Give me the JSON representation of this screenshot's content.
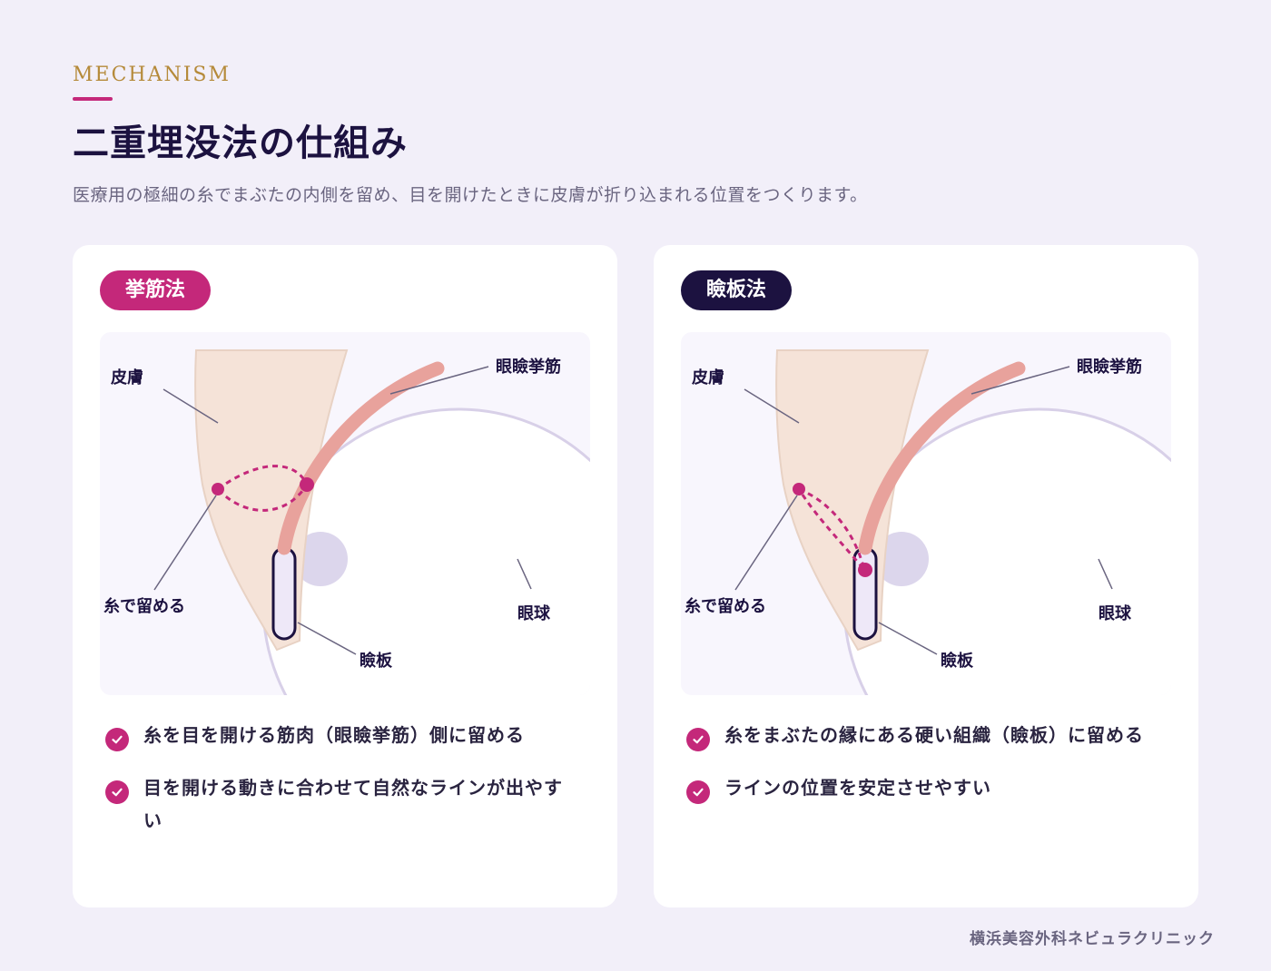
{
  "header": {
    "eyebrow": "MECHANISM",
    "title": "二重埋没法の仕組み",
    "subtitle": "医療用の極細の糸でまぶたの内側を留め、目を開けたときに皮膚が折り込まれる位置をつくります。"
  },
  "colors": {
    "accent": "#c4287a",
    "navy": "#1c1240",
    "gold": "#b58a3a",
    "skin": "#f5e3d8",
    "muscle": "#e8a29c",
    "background": "#f2eff9"
  },
  "cards": [
    {
      "badge": "挙筋法",
      "labels": {
        "skin": "皮膚",
        "muscle": "眼瞼挙筋",
        "thread": "糸で留める",
        "eyeball": "眼球",
        "tarsus": "瞼板"
      },
      "points": [
        "糸を目を開ける筋肉（眼瞼挙筋）側に留める",
        "目を開ける動きに合わせて自然なラインが出やすい"
      ]
    },
    {
      "badge": "瞼板法",
      "labels": {
        "skin": "皮膚",
        "muscle": "眼瞼挙筋",
        "thread": "糸で留める",
        "eyeball": "眼球",
        "tarsus": "瞼板"
      },
      "points": [
        "糸をまぶたの縁にある硬い組織（瞼板）に留める",
        "ラインの位置を安定させやすい"
      ]
    }
  ],
  "footer": {
    "clinic": "横浜美容外科ネビュラクリニック"
  }
}
